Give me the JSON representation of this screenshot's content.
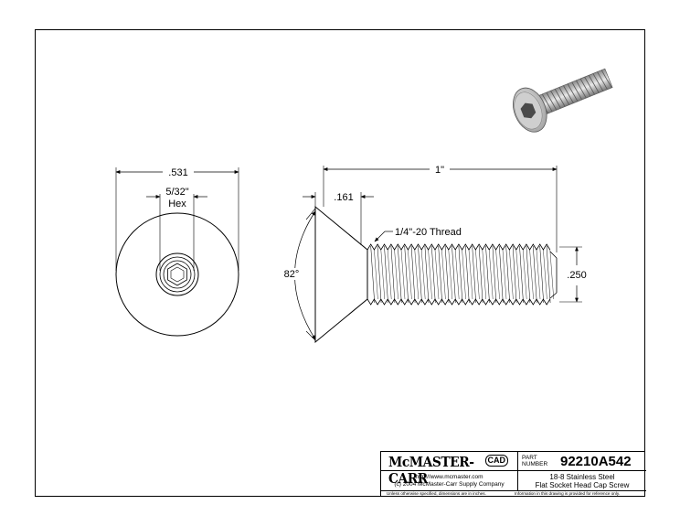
{
  "drawing": {
    "head_diameter": ".531",
    "hex_size": "5/32\"",
    "hex_label": "Hex",
    "length": "1\"",
    "head_height": ".161",
    "thread": "1/4\"-20 Thread",
    "angle": "82°",
    "thread_diameter": ".250"
  },
  "title_block": {
    "brand": "McMASTER-CARR",
    "cad_badge": "CAD",
    "part_label_line1": "PART",
    "part_label_line2": "NUMBER",
    "part_number": "92210A542",
    "website": "http://www.mcmaster.com",
    "copyright": "(c) 2004 McMaster-Carr Supply Company",
    "description_line1": "18-8 Stainless Steel",
    "description_line2": "Flat Socket Head Cap Screw",
    "note_left": "Unless otherwise specified, dimensions are in inches.",
    "note_right": "Information in this drawing is provided for reference only."
  },
  "colors": {
    "line": "#000000",
    "paper": "#ffffff",
    "metal_light": "#d9d9d9",
    "metal_dark": "#6e6e6e"
  }
}
